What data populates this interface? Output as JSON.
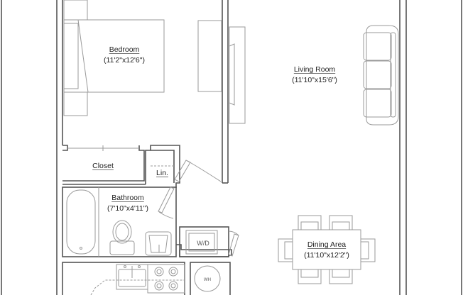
{
  "plan": {
    "wall_color": "#555555",
    "fixture_color": "#9a9a9a",
    "background": "#ffffff"
  },
  "rooms": [
    {
      "id": "bedroom",
      "name": "Bedroom",
      "dims": "(11'2\"x12'6\")"
    },
    {
      "id": "living-room",
      "name": "Living Room",
      "dims": "(11'10\"x15'6\")"
    },
    {
      "id": "closet",
      "name": "Closet",
      "dims": ""
    },
    {
      "id": "linen",
      "name": "Lin.",
      "dims": ""
    },
    {
      "id": "bathroom",
      "name": "Bathroom",
      "dims": "(7'10\"x4'11\")"
    },
    {
      "id": "dining-area",
      "name": "Dining Area",
      "dims": "(11'10\"x12'2\")"
    }
  ],
  "fixtures": {
    "washer_dryer": "W/D",
    "water_heater": "WH"
  }
}
